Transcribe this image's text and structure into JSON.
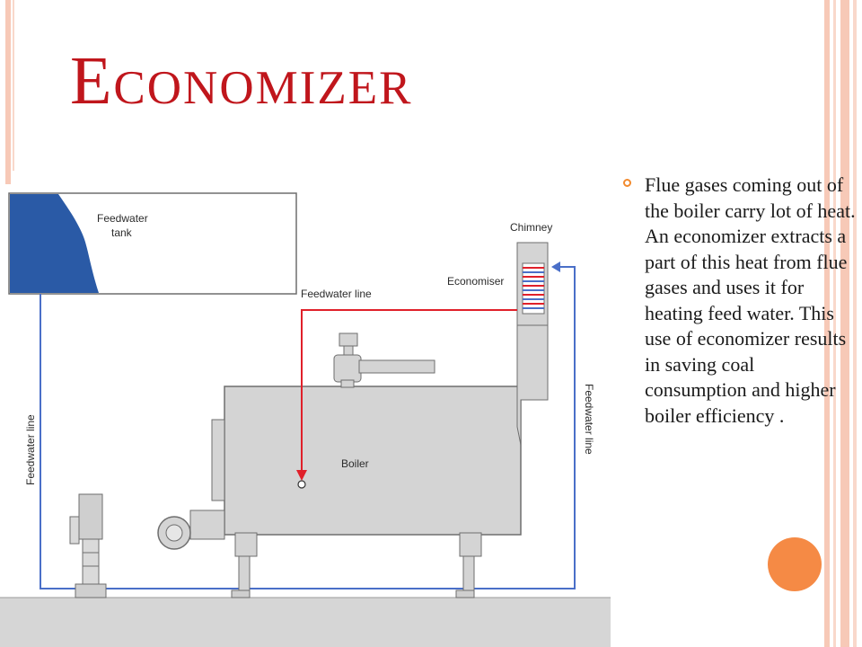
{
  "slide": {
    "title": "Economizer",
    "bullet_text": "Flue gases coming out of the boiler carry lot of heat. An economizer extracts a part of this heat from flue gases and uses it for heating feed water. This use of economizer results in saving coal consumption and higher boiler efficiency .",
    "colors": {
      "title": "#c0161c",
      "bullet": "#f28a2e",
      "accent_dot": "#f58a45",
      "band": "#f7c9b7"
    }
  },
  "diagram": {
    "labels": {
      "feedwater_tank": [
        "Feedwater",
        "tank"
      ],
      "chimney": "Chimney",
      "economiser": "Economiser",
      "feedwater_line_top": "Feedwater line",
      "feedwater_line_left": "Feedwater line",
      "feedwater_line_right": "Feedwater line",
      "boiler": "Boiler"
    },
    "colors": {
      "water": "#2a5aa6",
      "hot_line": "#e0202a",
      "cold_line": "#4a6fc8",
      "equipment": "#d4d4d4",
      "outline": "#6e6e6e"
    }
  }
}
